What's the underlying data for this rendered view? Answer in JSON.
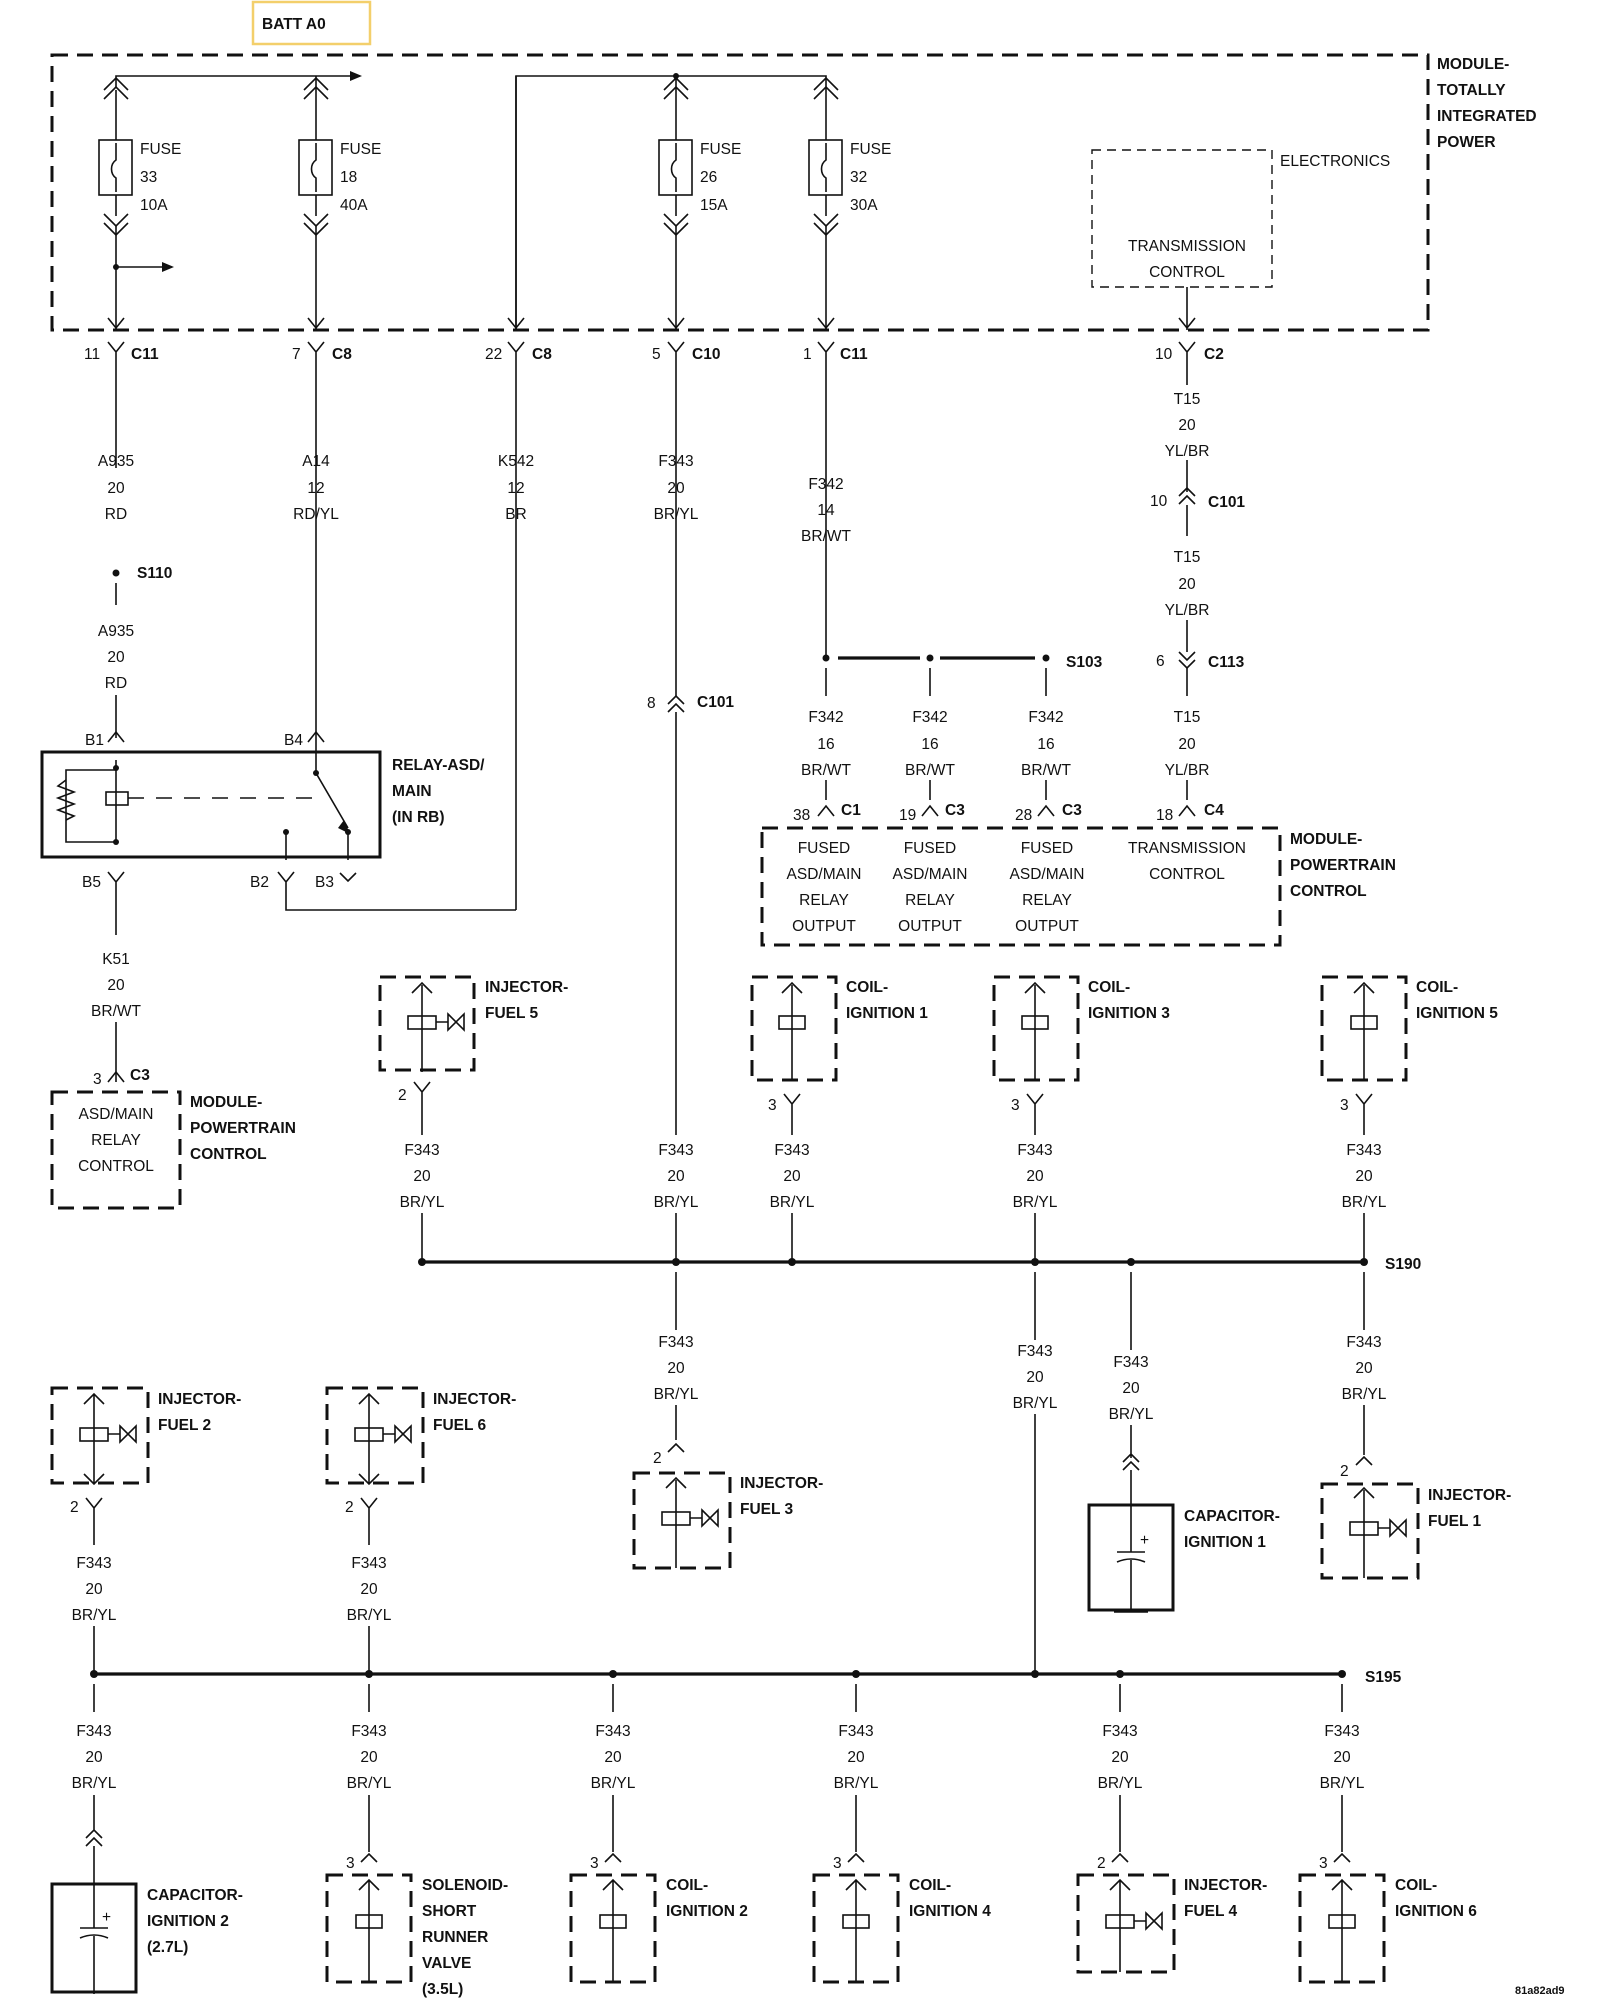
{
  "battery": {
    "label": "BATT A0",
    "border_color": "#f3cf6b"
  },
  "tipm": {
    "title": [
      "MODULE-",
      "TOTALLY",
      "INTEGRATED",
      "POWER"
    ],
    "electronics_label": "ELECTRONICS",
    "transmission_label": [
      "TRANSMISSION",
      "CONTROL"
    ]
  },
  "fuses": [
    {
      "word": "FUSE",
      "num": "33",
      "amp": "10A"
    },
    {
      "word": "FUSE",
      "num": "18",
      "amp": "40A"
    },
    {
      "word": "FUSE",
      "num": "26",
      "amp": "15A"
    },
    {
      "word": "FUSE",
      "num": "32",
      "amp": "30A"
    }
  ],
  "top_connectors": [
    {
      "pin": "11",
      "name": "C11"
    },
    {
      "pin": "7",
      "name": "C8"
    },
    {
      "pin": "22",
      "name": "C8"
    },
    {
      "pin": "5",
      "name": "C10"
    },
    {
      "pin": "1",
      "name": "C11"
    },
    {
      "pin": "10",
      "name": "C2"
    }
  ],
  "wires": {
    "a935_top": [
      "A935",
      "20",
      "RD"
    ],
    "a14": [
      "A14",
      "12",
      "RD/YL"
    ],
    "k542": [
      "K542",
      "12",
      "BR"
    ],
    "f343_top": [
      "F343",
      "20",
      "BR/YL"
    ],
    "f342_top": [
      "F342",
      "14",
      "BR/WT"
    ],
    "t15_a": [
      "T15",
      "20",
      "YL/BR"
    ],
    "t15_b": [
      "T15",
      "20",
      "YL/BR"
    ],
    "t15_c": [
      "T15",
      "20",
      "YL/BR"
    ],
    "a935_bottom": [
      "A935",
      "20",
      "RD"
    ],
    "f342_a": [
      "F342",
      "16",
      "BR/WT"
    ],
    "f342_b": [
      "F342",
      "16",
      "BR/WT"
    ],
    "f342_c": [
      "F342",
      "16",
      "BR/WT"
    ],
    "k51": [
      "K51",
      "20",
      "BR/WT"
    ],
    "f343_inj5": [
      "F343",
      "20",
      "BR/YL"
    ],
    "f343_c101": [
      "F343",
      "20",
      "BR/YL"
    ],
    "f343_coil1": [
      "F343",
      "20",
      "BR/YL"
    ],
    "f343_coil3": [
      "F343",
      "20",
      "BR/YL"
    ],
    "f343_coil5": [
      "F343",
      "20",
      "BR/YL"
    ],
    "f343_inj3": [
      "F343",
      "20",
      "BR/YL"
    ],
    "f343_s195_link": [
      "F343",
      "20",
      "BR/YL"
    ],
    "f343_cap1": [
      "F343",
      "20",
      "BR/YL"
    ],
    "f343_inj1": [
      "F343",
      "20",
      "BR/YL"
    ],
    "f343_inj2": [
      "F343",
      "20",
      "BR/YL"
    ],
    "f343_inj6": [
      "F343",
      "20",
      "BR/YL"
    ],
    "f343_cap2": [
      "F343",
      "20",
      "BR/YL"
    ],
    "f343_srv": [
      "F343",
      "20",
      "BR/YL"
    ],
    "f343_coil2": [
      "F343",
      "20",
      "BR/YL"
    ],
    "f343_coil4": [
      "F343",
      "20",
      "BR/YL"
    ],
    "f343_inj4": [
      "F343",
      "20",
      "BR/YL"
    ],
    "f343_coil6": [
      "F343",
      "20",
      "BR/YL"
    ]
  },
  "splices": {
    "s110": "S110",
    "s103": "S103",
    "s190": "S190",
    "s195": "S195"
  },
  "inline_connectors": {
    "c101_a": {
      "pin": "10",
      "name": "C101"
    },
    "c113": {
      "pin": "6",
      "name": "C113"
    },
    "c101_b": {
      "pin": "8",
      "name": "C101"
    }
  },
  "relay": {
    "title": [
      "RELAY-ASD/",
      "MAIN",
      "(IN RB)"
    ],
    "pins": {
      "b1": "B1",
      "b4": "B4",
      "b5": "B5",
      "b2": "B2",
      "b3": "B3"
    }
  },
  "pcm_connectors": [
    {
      "pin": "38",
      "name": "C1"
    },
    {
      "pin": "19",
      "name": "C3"
    },
    {
      "pin": "28",
      "name": "C3"
    },
    {
      "pin": "18",
      "name": "C4"
    }
  ],
  "pcm_top": {
    "cells": [
      [
        "FUSED",
        "ASD/MAIN",
        "RELAY",
        "OUTPUT"
      ],
      [
        "FUSED",
        "ASD/MAIN",
        "RELAY",
        "OUTPUT"
      ],
      [
        "FUSED",
        "ASD/MAIN",
        "RELAY",
        "OUTPUT"
      ],
      [
        "TRANSMISSION",
        "CONTROL"
      ]
    ],
    "title": [
      "MODULE-",
      "POWERTRAIN",
      "CONTROL"
    ]
  },
  "pcm_bottom": {
    "connector": {
      "pin": "3",
      "name": "C3"
    },
    "cell": [
      "ASD/MAIN",
      "RELAY",
      "CONTROL"
    ],
    "title": [
      "MODULE-",
      "POWERTRAIN",
      "CONTROL"
    ]
  },
  "components": {
    "injector5": {
      "title": [
        "INJECTOR-",
        "FUEL 5"
      ],
      "pin": "2"
    },
    "coil1": {
      "title": [
        "COIL-",
        "IGNITION 1"
      ],
      "pin": "3"
    },
    "coil3": {
      "title": [
        "COIL-",
        "IGNITION 3"
      ],
      "pin": "3"
    },
    "coil5": {
      "title": [
        "COIL-",
        "IGNITION 5"
      ],
      "pin": "3"
    },
    "injector2": {
      "title": [
        "INJECTOR-",
        "FUEL 2"
      ],
      "pin": "2"
    },
    "injector6": {
      "title": [
        "INJECTOR-",
        "FUEL 6"
      ],
      "pin": "2"
    },
    "injector3": {
      "title": [
        "INJECTOR-",
        "FUEL 3"
      ],
      "pin": "2"
    },
    "capacitor1": {
      "title": [
        "CAPACITOR-",
        "IGNITION 1"
      ]
    },
    "injector1": {
      "title": [
        "INJECTOR-",
        "FUEL 1"
      ],
      "pin": "2"
    },
    "capacitor2": {
      "title": [
        "CAPACITOR-",
        "IGNITION 2",
        "(2.7L)"
      ]
    },
    "solenoid": {
      "title": [
        "SOLENOID-",
        "SHORT",
        "RUNNER",
        "VALVE",
        "(3.5L)"
      ],
      "pin": "3"
    },
    "coil2": {
      "title": [
        "COIL-",
        "IGNITION 2"
      ],
      "pin": "3"
    },
    "coil4": {
      "title": [
        "COIL-",
        "IGNITION 4"
      ],
      "pin": "3"
    },
    "injector4": {
      "title": [
        "INJECTOR-",
        "FUEL 4"
      ],
      "pin": "2"
    },
    "coil6": {
      "title": [
        "COIL-",
        "IGNITION 6"
      ],
      "pin": "3"
    }
  },
  "figure_id": "81a82ad9"
}
